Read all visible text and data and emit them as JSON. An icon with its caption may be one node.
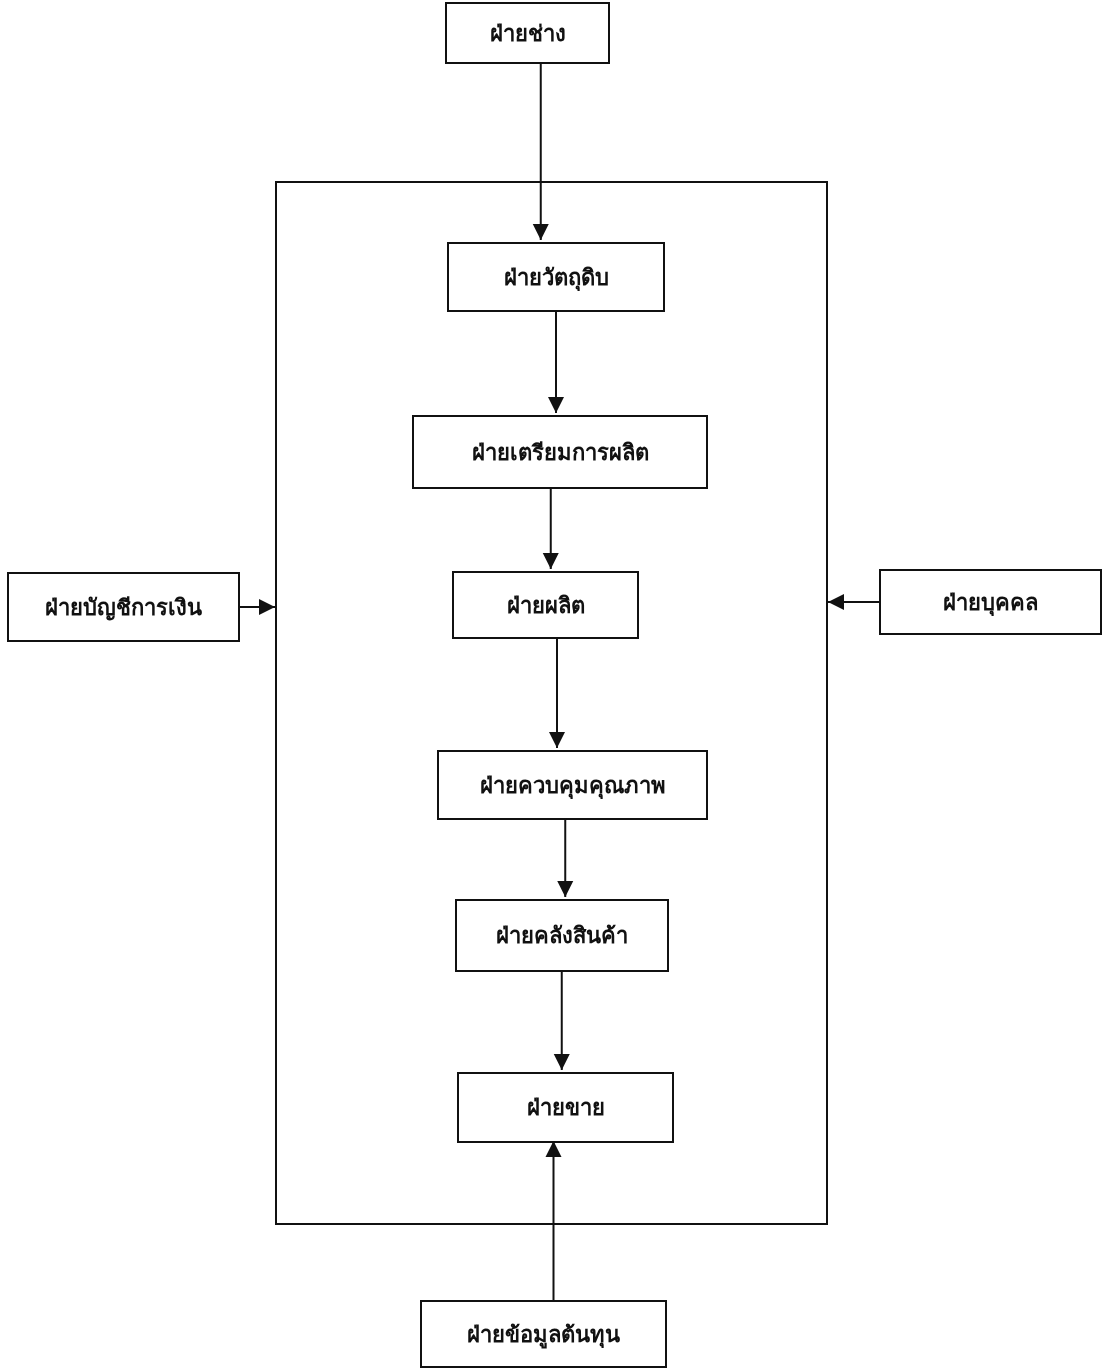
{
  "diagram": {
    "nodes": [
      {
        "text": [
          "ฝ่ายช่าง"
        ]
      },
      {
        "text": [],
        "shape": "box"
      },
      {
        "text": [
          "ฝ่ายวัตถุดิบ"
        ],
        "in": 1
      },
      {
        "text": [
          "ฝ่ายเตรียมการผลิต"
        ],
        "in": 1
      },
      {
        "text": [
          "ฝ่ายผลิต"
        ],
        "in": 1
      },
      {
        "text": [
          "ฝ่ายควบคุมคุณภาพ"
        ],
        "in": 1
      },
      {
        "text": [
          "ฝ่ายคลังสินค้า"
        ],
        "in": 1
      },
      {
        "text": [
          "ฝ่ายขาย"
        ],
        "in": 1
      },
      {
        "text": [
          "ฝ่ายบัญชีการเงิน"
        ]
      },
      {
        "text": [
          "ฝ่ายบุคคล"
        ]
      },
      {
        "text": [
          "ฝ่ายข้อมูลต้นทุน"
        ]
      }
    ],
    "edges": [
      {
        "from": 0,
        "to": 2,
        "arrow": "to"
      },
      {
        "from": 2,
        "to": 3,
        "arrow": "to"
      },
      {
        "from": 3,
        "to": 4,
        "arrow": "to"
      },
      {
        "from": 4,
        "to": 5,
        "arrow": "to"
      },
      {
        "from": 5,
        "to": 6,
        "arrow": "to"
      },
      {
        "from": 6,
        "to": 7,
        "arrow": "to"
      },
      {
        "from": 8,
        "to": 1,
        "arrow": "to"
      },
      {
        "from": 9,
        "to": 1,
        "arrow": "to"
      },
      {
        "from": 10,
        "to": 7,
        "arrow": "to"
      }
    ]
  }
}
